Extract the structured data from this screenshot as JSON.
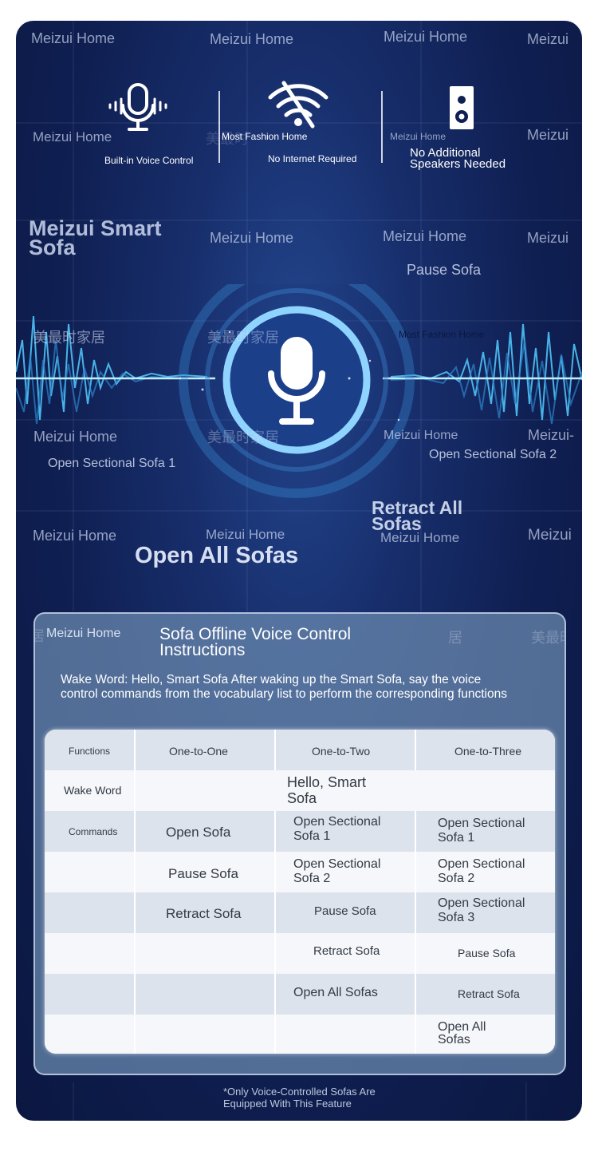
{
  "watermarks": {
    "brand": "Meizui Home",
    "brand_cut": "Meizui",
    "brand_cut_mid": "Meizui-",
    "fashion": "Most Fashion Home",
    "zh": "美最时家居",
    "zh_cut": "美最时",
    "zh_char": "居"
  },
  "features": {
    "voice_label": "Built-in Voice Control",
    "wifi_label": "No Internet Required",
    "speaker_label_1": "No Additional",
    "speaker_label_2": "Speakers Needed"
  },
  "hero": {
    "title_line1": "Meizui Smart",
    "title_line2": "Sofa",
    "cmd_pause": "Pause Sofa",
    "cmd_open1": "Open Sectional Sofa 1",
    "cmd_open2": "Open Sectional Sofa 2",
    "cmd_retract_1": "Retract All",
    "cmd_retract_2": "Sofas",
    "cmd_open_all": "Open All Sofas"
  },
  "instructions": {
    "title_1": "Sofa Offline Voice Control",
    "title_2": "Instructions",
    "desc": "Wake Word: Hello, Smart Sofa After waking up the Smart Sofa, say the voice control commands from the vocabulary list to perform the corresponding functions"
  },
  "table": {
    "headers": [
      "Functions",
      "One-to-One",
      "One-to-Two",
      "One-to-Three"
    ],
    "wake_label": "Wake Word",
    "wake_value_1": "Hello, Smart",
    "wake_value_2": "Sofa",
    "commands_label": "Commands",
    "one_to_one": [
      "Open Sofa",
      "Pause Sofa",
      "Retract Sofa"
    ],
    "one_to_two": [
      [
        "Open Sectional",
        "Sofa 1"
      ],
      [
        "Open Sectional",
        "Sofa 2"
      ],
      [
        "Pause Sofa"
      ],
      [
        "Retract Sofa"
      ],
      [
        "Open All Sofas"
      ]
    ],
    "one_to_three": [
      [
        "Open Sectional",
        "Sofa 1"
      ],
      [
        "Open Sectional",
        "Sofa 2"
      ],
      [
        "Open Sectional",
        "Sofa 3"
      ],
      [
        "Pause Sofa"
      ],
      [
        "Retract Sofa"
      ],
      [
        "Open All",
        "Sofas"
      ]
    ]
  },
  "footnote": {
    "line1": "*Only Voice-Controlled Sofas Are",
    "line2": "Equipped With This Feature"
  },
  "colors": {
    "panel": "#0f1f52",
    "glow": "#4fc3f7",
    "card": "#6c8cb2"
  },
  "icons": {
    "voice": "microphone-waves-icon",
    "wifi": "wifi-off-icon",
    "speaker": "speaker-icon",
    "hero": "microphone-icon"
  }
}
